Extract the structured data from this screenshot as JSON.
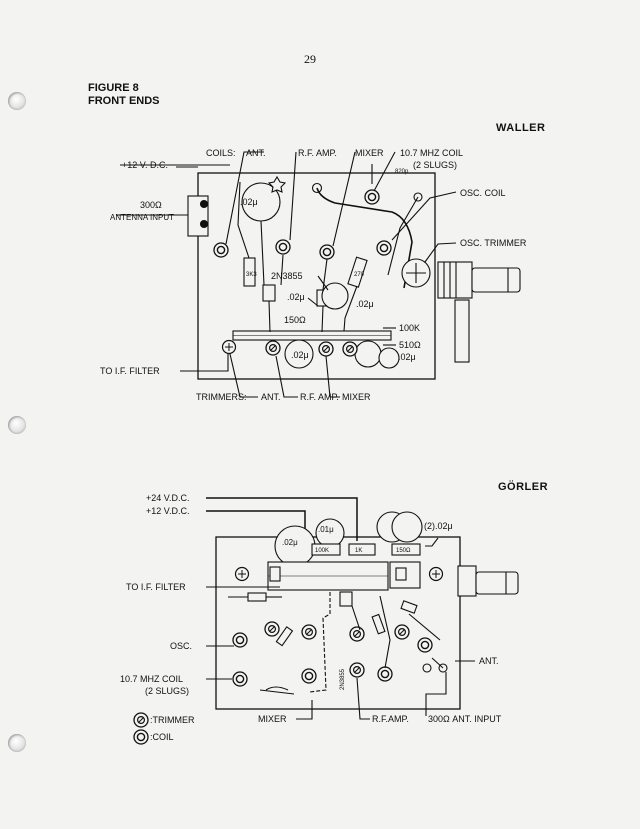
{
  "page": {
    "number": "29"
  },
  "figure": {
    "title_line1": "FIGURE 8",
    "title_line2": "FRONT ENDS"
  },
  "waller": {
    "title": "WALLER",
    "labels": {
      "coils": "COILS:",
      "ant": "ANT.",
      "v12": "+12 V. D.C.",
      "rf_amp": "R.F. AMP.",
      "mixer": "MIXER",
      "coil_107": "10.7 MHZ  COIL",
      "slugs": "(2 SLUGS)",
      "c820": "820p",
      "osc_coil": "OSC. COIL",
      "osc_trimmer": "OSC. TRIMMER",
      "ant_input_value": "300Ω",
      "ant_input": "ANTENNA INPUT",
      "cap_02_left": ".02μ",
      "r_3k3": "3K3",
      "r_270": "270",
      "transistor": "2N3855",
      "cap_02_mid": ".02μ",
      "cap_02_right": ".02μ",
      "r_150": "150Ω",
      "r_100k": "100K",
      "r_510": "510Ω",
      "cap_02_bottom": ".02μ",
      "cap_02_center": ".02μ",
      "to_if_filter": "TO I.F. FILTER",
      "trimmers": "TRIMMERS:",
      "trim_ant": "ANT.",
      "trim_rf": "R.F. AMP.",
      "trim_mixer": "MIXER"
    }
  },
  "gorler": {
    "title": "GÖRLER",
    "labels": {
      "v24": "+24 V.D.C.",
      "v12": "+12 V.D.C.",
      "cap_01": ".01μ",
      "cap_02_left": ".02μ",
      "cap_2x02": "(2).02μ",
      "r_100k": "100K",
      "r_1k": "1K",
      "r_150": "150Ω",
      "to_if_filter": "TO I.F. FILTER",
      "osc": "OSC.",
      "coil_107": "10.7 MHZ COIL",
      "slugs": "(2 SLUGS)",
      "transistor": "2N3855",
      "ant": "ANT.",
      "mixer": "MIXER",
      "rf_amp": "R.F.AMP.",
      "ant_input": "300Ω ANT. INPUT"
    },
    "legend": {
      "trimmer": ":TRIMMER",
      "coil": ":COIL"
    }
  }
}
